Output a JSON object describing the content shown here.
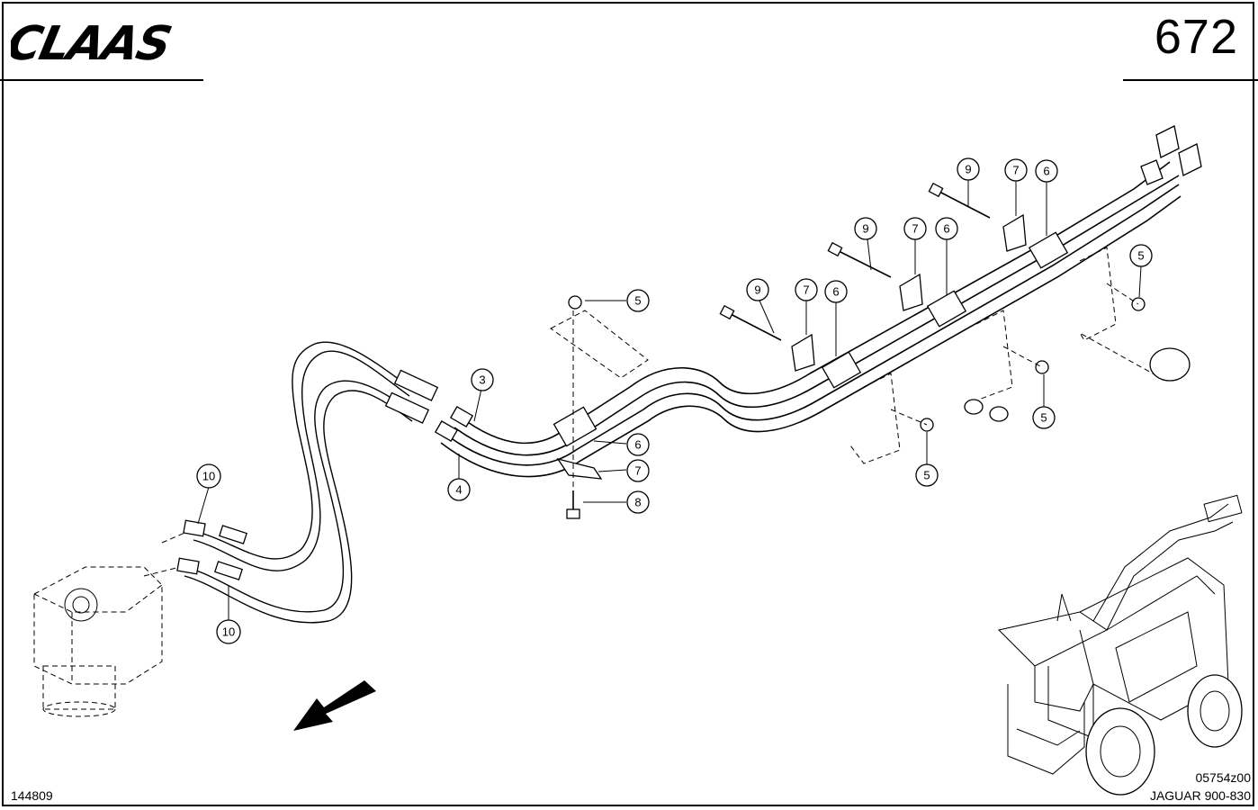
{
  "header": {
    "brand": "CLAAS",
    "page_number": "672"
  },
  "footer": {
    "drawing_ref": "144809",
    "image_code": "05754z00",
    "model": "JAGUAR 900-830"
  },
  "callouts": [
    {
      "id": "c1",
      "label": "5"
    },
    {
      "id": "c2",
      "label": "3"
    },
    {
      "id": "c3",
      "label": "4"
    },
    {
      "id": "c4",
      "label": "6"
    },
    {
      "id": "c5",
      "label": "7"
    },
    {
      "id": "c6",
      "label": "8"
    },
    {
      "id": "c7",
      "label": "9"
    },
    {
      "id": "c8",
      "label": "7"
    },
    {
      "id": "c9",
      "label": "6"
    },
    {
      "id": "c10",
      "label": "5"
    },
    {
      "id": "c11",
      "label": "9"
    },
    {
      "id": "c12",
      "label": "7"
    },
    {
      "id": "c13",
      "label": "6"
    },
    {
      "id": "c14",
      "label": "5"
    },
    {
      "id": "c15",
      "label": "9"
    },
    {
      "id": "c16",
      "label": "7"
    },
    {
      "id": "c17",
      "label": "6"
    },
    {
      "id": "c18",
      "label": "5"
    },
    {
      "id": "c19",
      "label": "10"
    },
    {
      "id": "c20",
      "label": "10"
    }
  ],
  "icons": {
    "direction_arrow": "arrow-down-left-icon",
    "machine_thumbnail": "forage-harvester-icon"
  }
}
